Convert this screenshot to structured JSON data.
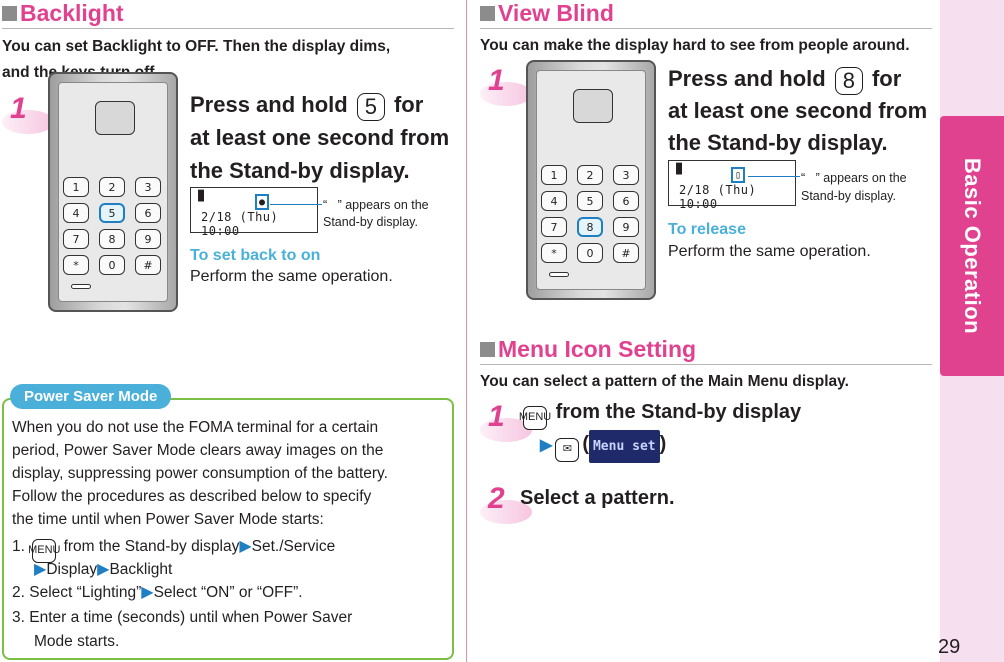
{
  "side_tab": {
    "label": "Basic Operation"
  },
  "page_number": "29",
  "backlight": {
    "title": "Backlight",
    "intro_line1": "You can set Backlight to OFF. Then the display dims,",
    "intro_line2": "and the keys turn off.",
    "step1_num": "1",
    "step1_line1_a": "Press and hold",
    "step1_key": "5",
    "step1_line1_b": "for",
    "step1_line2": "at least one second from",
    "step1_line3": "the Stand-by display.",
    "lcd_clock": "2/18 (Thu) 10:00",
    "callout_line1": "“   ” appears on the",
    "callout_line2": "Stand-by display.",
    "subhead": "To set back to on",
    "subtext": "Perform the same operation."
  },
  "view_blind": {
    "title": "View Blind",
    "intro": "You can make the display hard to see from people around.",
    "step1_num": "1",
    "step1_line1_a": "Press and hold",
    "step1_key": "8",
    "step1_line1_b": "for",
    "step1_line2": "at least one second from",
    "step1_line3": "the Stand-by display.",
    "lcd_clock": "2/18 (Thu) 10:00",
    "callout_line1": "“   ” appears on the",
    "callout_line2": "Stand-by display.",
    "subhead": "To release",
    "subtext": "Perform the same operation."
  },
  "menu_icon": {
    "title": "Menu Icon Setting",
    "intro": "You can select a pattern of the Main Menu display.",
    "step1_num": "1",
    "step1_key": "MENU",
    "step1_text": "from the Stand-by display",
    "step1_chip": "Menu set",
    "step2_num": "2",
    "step2_text": "Select a pattern."
  },
  "power_saver": {
    "tab": "Power Saver Mode",
    "p1": "When you do not use the FOMA terminal for a certain",
    "p2": "period, Power Saver Mode clears away images on the",
    "p3": "display, suppressing power consumption of the battery.",
    "p4": "Follow the procedures as described below to specify",
    "p5": "the time until when Power Saver Mode starts:",
    "i1_num": "1.",
    "i1_key": "MENU",
    "i1_a": "from the Stand-by display",
    "i1_b": "Set./Service",
    "i1_c": "Display",
    "i1_d": "Backlight",
    "i2_a": "2. Select “Lighting”",
    "i2_b": "Select “ON” or “OFF”.",
    "i3_a": "3. Enter a time (seconds) until when Power Saver",
    "i3_b": "Mode starts."
  },
  "icons": {
    "arrow": "▶"
  },
  "colors": {
    "accent_pink": "#e0428f",
    "accent_blue": "#1f7fc4",
    "sub_cyan": "#4ab0d9",
    "box_green": "#7bc046"
  }
}
